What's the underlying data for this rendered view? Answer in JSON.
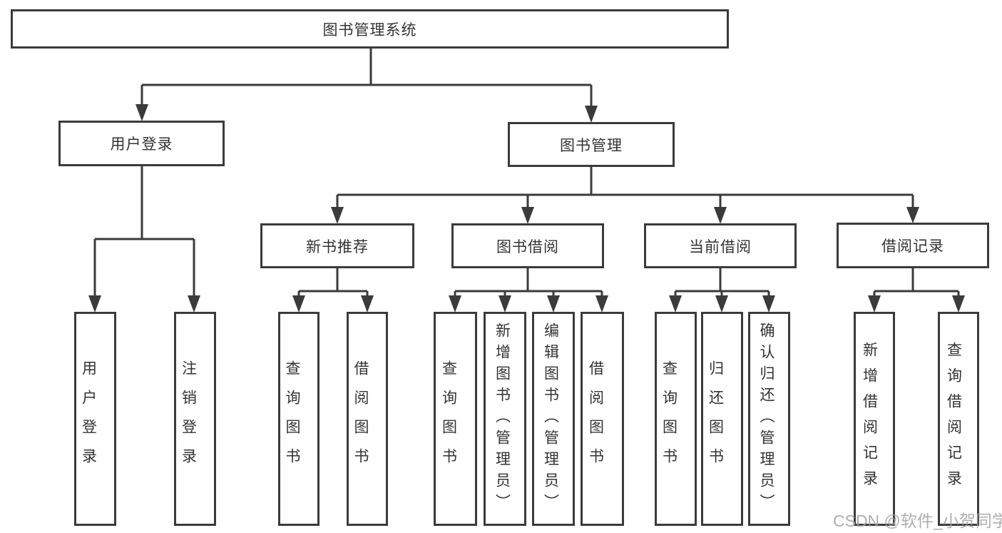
{
  "diagram": {
    "root": "图书管理系统",
    "level2": {
      "user_login": "用户登录",
      "book_management": "图书管理"
    },
    "level3": {
      "new_book_recommend": "新书推荐",
      "book_borrow": "图书借阅",
      "current_borrow": "当前借阅",
      "borrow_records": "借阅记录"
    },
    "leaves": {
      "user_login_login": "用户登录",
      "user_login_logout": "注销登录",
      "newbooks_query": "查询图书",
      "newbooks_borrow": "借阅图书",
      "borrow_query": "查询图书",
      "borrow_add_admin": "新增图书（管理员）",
      "borrow_edit_admin": "编辑图书（管理员）",
      "borrow_borrow": "借阅图书",
      "current_query": "查询图书",
      "current_return": "归还图书",
      "current_confirm_admin": "确认归还（管理员）",
      "records_add": "新增借阅记录",
      "records_query": "查询借阅记录"
    }
  },
  "watermark": "CSDN @软件_小贺同学",
  "colors": {
    "line": "#3b3b3b",
    "text": "#333333",
    "watermark": "#a0a0a0",
    "background": "#ffffff"
  }
}
